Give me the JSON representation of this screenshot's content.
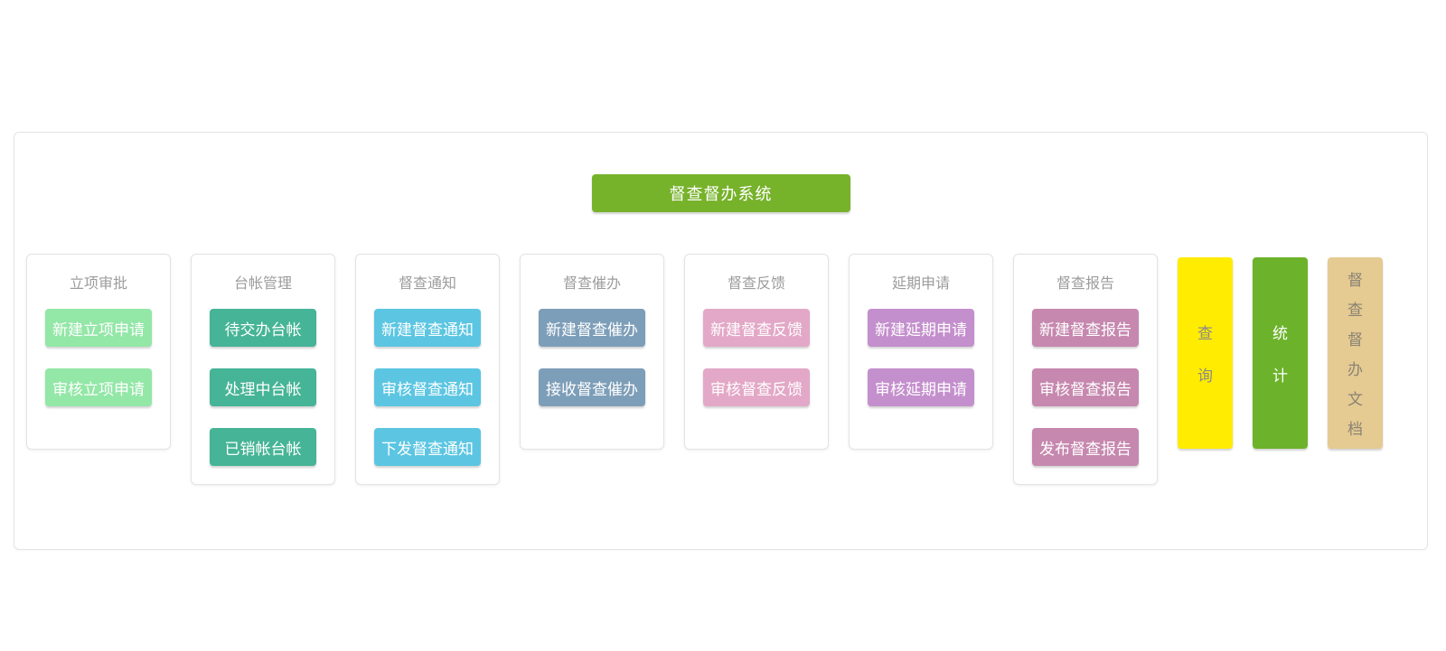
{
  "header": {
    "title": "督查督办系统",
    "bg": "#77B22B",
    "text_color": "#FFFFFF"
  },
  "columns": [
    {
      "name": "project-approval",
      "title": "立项审批",
      "button_color": "#93E7A7",
      "buttons": [
        "新建立项申请",
        "审核立项申请"
      ]
    },
    {
      "name": "ledger-management",
      "title": "台帐管理",
      "button_color": "#46B496",
      "buttons": [
        "待交办台帐",
        "处理中台帐",
        "已销帐台帐"
      ]
    },
    {
      "name": "supervision-notice",
      "title": "督查通知",
      "button_color": "#5CC6E2",
      "buttons": [
        "新建督查通知",
        "审核督查通知",
        "下发督查通知"
      ]
    },
    {
      "name": "supervision-reminder",
      "title": "督查催办",
      "button_color": "#7D9EB8",
      "buttons": [
        "新建督查催办",
        "接收督查催办"
      ]
    },
    {
      "name": "supervision-feedback",
      "title": "督查反馈",
      "button_color": "#E3A8C7",
      "buttons": [
        "新建督查反馈",
        "审核督查反馈"
      ]
    },
    {
      "name": "extension-request",
      "title": "延期申请",
      "button_color": "#C48FCD",
      "buttons": [
        "新建延期申请",
        "审核延期申请"
      ]
    },
    {
      "name": "supervision-report",
      "title": "督查报告",
      "button_color": "#C688AF",
      "buttons": [
        "新建督查报告",
        "审核督查报告",
        "发布督查报告"
      ]
    }
  ],
  "side_buttons": [
    {
      "name": "query",
      "label": "查询",
      "bg": "#FFEC00",
      "text_color": "#8A8A8A"
    },
    {
      "name": "statistics",
      "label": "统计",
      "bg": "#6CB32B",
      "text_color": "#FFFFFF"
    },
    {
      "name": "supervision-documents",
      "label": "督查督办文档",
      "bg": "#E5CA92",
      "text_color": "#8A8374"
    }
  ]
}
